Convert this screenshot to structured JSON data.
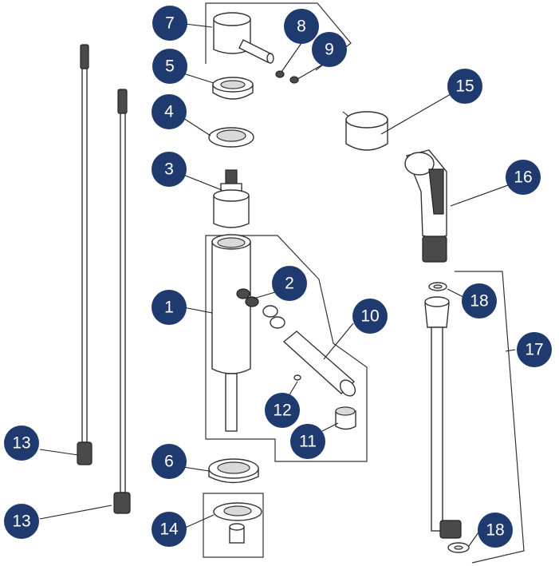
{
  "callouts": [
    {
      "id": "c7",
      "label": "7"
    },
    {
      "id": "c8",
      "label": "8"
    },
    {
      "id": "c9",
      "label": "9"
    },
    {
      "id": "c5",
      "label": "5"
    },
    {
      "id": "c4",
      "label": "4"
    },
    {
      "id": "c3",
      "label": "3"
    },
    {
      "id": "c15",
      "label": "15"
    },
    {
      "id": "c16",
      "label": "16"
    },
    {
      "id": "c2",
      "label": "2"
    },
    {
      "id": "c1",
      "label": "1"
    },
    {
      "id": "c10",
      "label": "10"
    },
    {
      "id": "c18a",
      "label": "18"
    },
    {
      "id": "c17",
      "label": "17"
    },
    {
      "id": "c12",
      "label": "12"
    },
    {
      "id": "c11",
      "label": "11"
    },
    {
      "id": "c13a",
      "label": "13"
    },
    {
      "id": "c6",
      "label": "6"
    },
    {
      "id": "c13b",
      "label": "13"
    },
    {
      "id": "c14",
      "label": "14"
    },
    {
      "id": "c18b",
      "label": "18"
    }
  ],
  "colors": {
    "callout_fill": "#1f3a6e",
    "callout_text": "#ffffff",
    "line": "#333333"
  }
}
